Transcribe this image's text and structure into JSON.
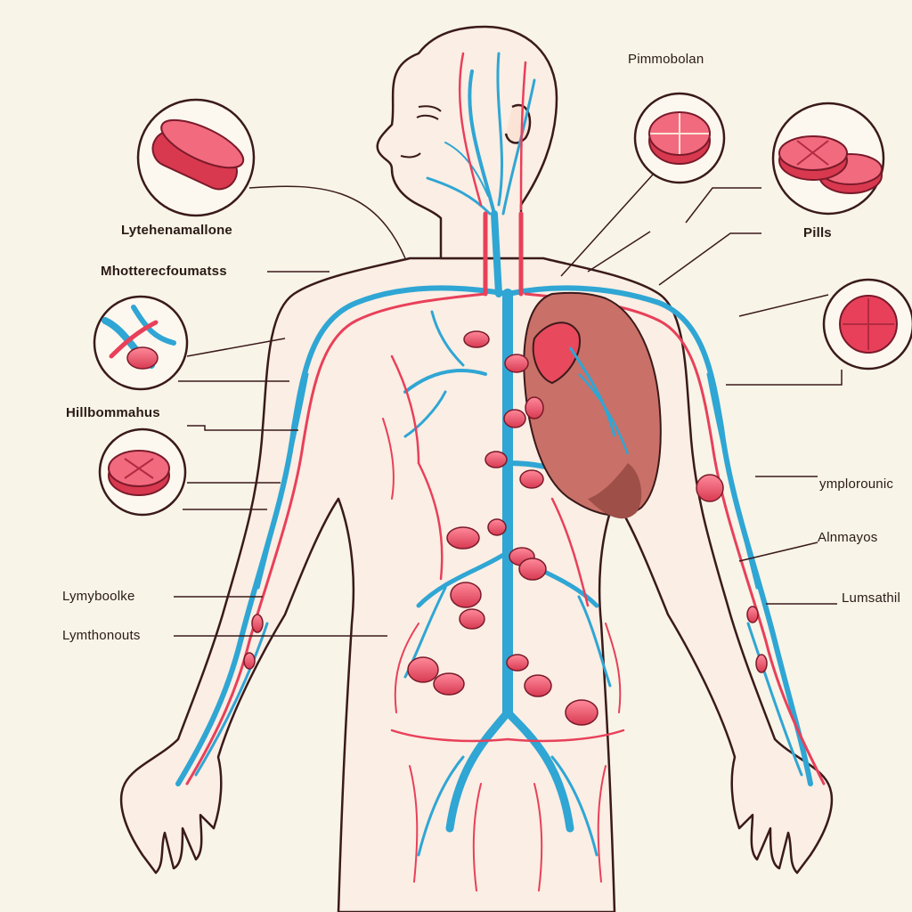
{
  "labels": {
    "left": [
      "Lytehenamallone",
      "Mhotterecfoumatss",
      "Hillbommahus",
      "Lymyboolke",
      "Lymthonouts"
    ],
    "right": [
      "Pimmobolan",
      "Pills",
      "ymplorounic",
      "Alnmayos",
      "Lumsathil"
    ]
  },
  "colors": {
    "background": "#f8f4e8",
    "outline": "#3a1a1a",
    "artery": "#e8405a",
    "vein": "#2fa6d4",
    "pill": "#e84c62",
    "lung": "#c97068",
    "skin": "#f8e4d8"
  }
}
